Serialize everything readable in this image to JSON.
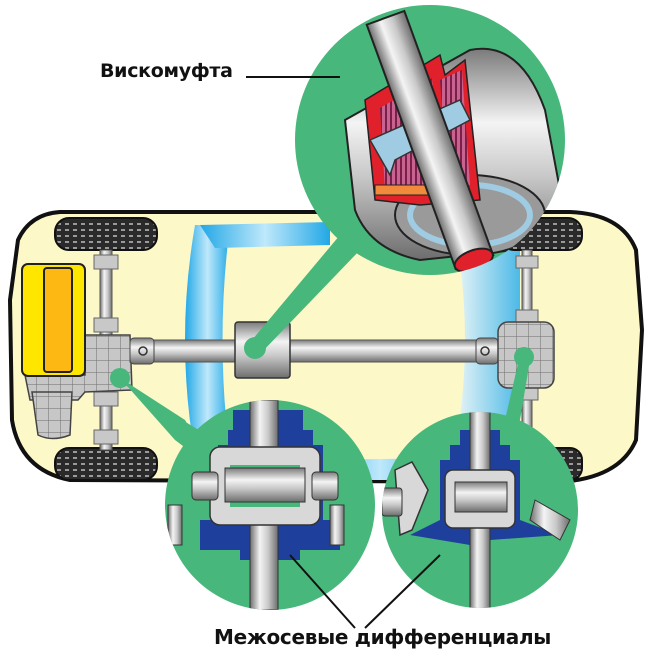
{
  "diagram": {
    "labels": {
      "viscous_coupling": "Вискомуфта",
      "center_differentials": "Межосевые дифференциалы"
    },
    "components": [
      {
        "name": "car-body",
        "description": "Vehicle body outline (top view)"
      },
      {
        "name": "engine",
        "description": "Engine block (front)"
      },
      {
        "name": "front-axle",
        "description": "Front axle with differential"
      },
      {
        "name": "rear-axle",
        "description": "Rear axle with differential"
      },
      {
        "name": "driveshaft",
        "description": "Propeller shaft"
      },
      {
        "name": "viscous-coupling-box",
        "description": "Viscous coupling on driveshaft"
      },
      {
        "name": "wheels",
        "description": "Four wheels"
      }
    ],
    "colors": {
      "body_fill": "#fdf8c8",
      "body_outline": "#111111",
      "callout_green": "#47b77b",
      "engine_yellow": "#ffe600",
      "engine_orange": "#fdb813",
      "window_blue": "#22a8e6",
      "diff_blue": "#1f3f9c",
      "visco_red": "#e0202a",
      "visco_plates": "#c8628f",
      "gear_lightblue": "#9fcbe3"
    }
  }
}
